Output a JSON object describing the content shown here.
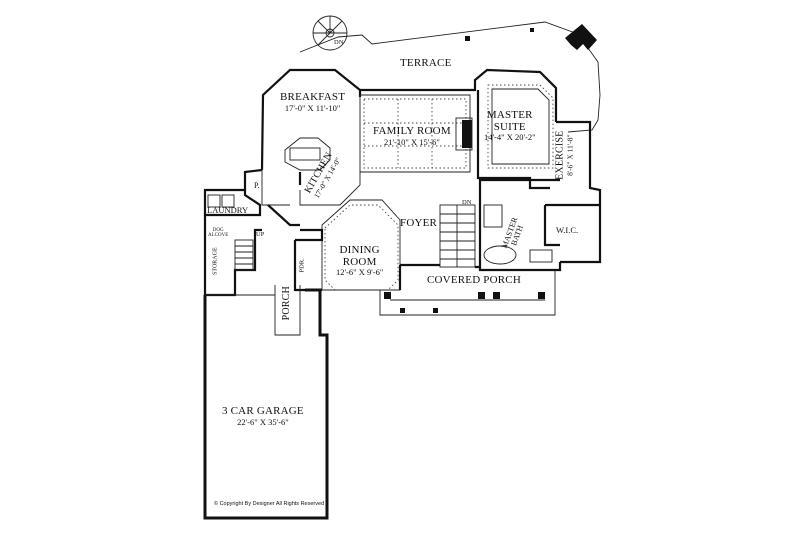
{
  "plan": {
    "rooms": {
      "terrace": {
        "name": "TERRACE"
      },
      "breakfast": {
        "name": "BREAKFAST",
        "dim": "17'-0\" X 11'-10\""
      },
      "family_room": {
        "name": "FAMILY ROOM",
        "dim": "21'-10\" X 15'-6\""
      },
      "master_suite": {
        "name": "MASTER",
        "name2": "SUITE",
        "dim": "14'-4\" X 20'-2\""
      },
      "exercise": {
        "name": "EXERCISE",
        "dim": "8'-6\" X 11'-8\""
      },
      "kitchen": {
        "name": "KITCHEN",
        "dim": "17'-0\" X 14'-0\""
      },
      "pantry": {
        "name": "P."
      },
      "laundry": {
        "name": "LAUNDRY"
      },
      "dog_alcove": {
        "name": "DOG",
        "name2": "ALCOVE"
      },
      "storage": {
        "name": "STORAGE"
      },
      "foyer": {
        "name": "FOYER"
      },
      "dining_room": {
        "name": "DINING",
        "name2": "ROOM",
        "dim": "12'-6\" X 9'-6\""
      },
      "master_bath": {
        "name": "MASTER",
        "name2": "BATH"
      },
      "wic": {
        "name": "W.I.C."
      },
      "powder": {
        "name": "PDR."
      },
      "covered_porch": {
        "name": "COVERED PORCH"
      },
      "porch": {
        "name": "PORCH"
      },
      "garage": {
        "name": "3 CAR GARAGE",
        "dim": "22'-6\" X 35'-6\""
      }
    },
    "stair_labels": {
      "terrace_dn": "DN",
      "foyer_dn": "DN",
      "up": "UP"
    },
    "copyright": "© Copyright By Designer All Rights Reserved"
  }
}
